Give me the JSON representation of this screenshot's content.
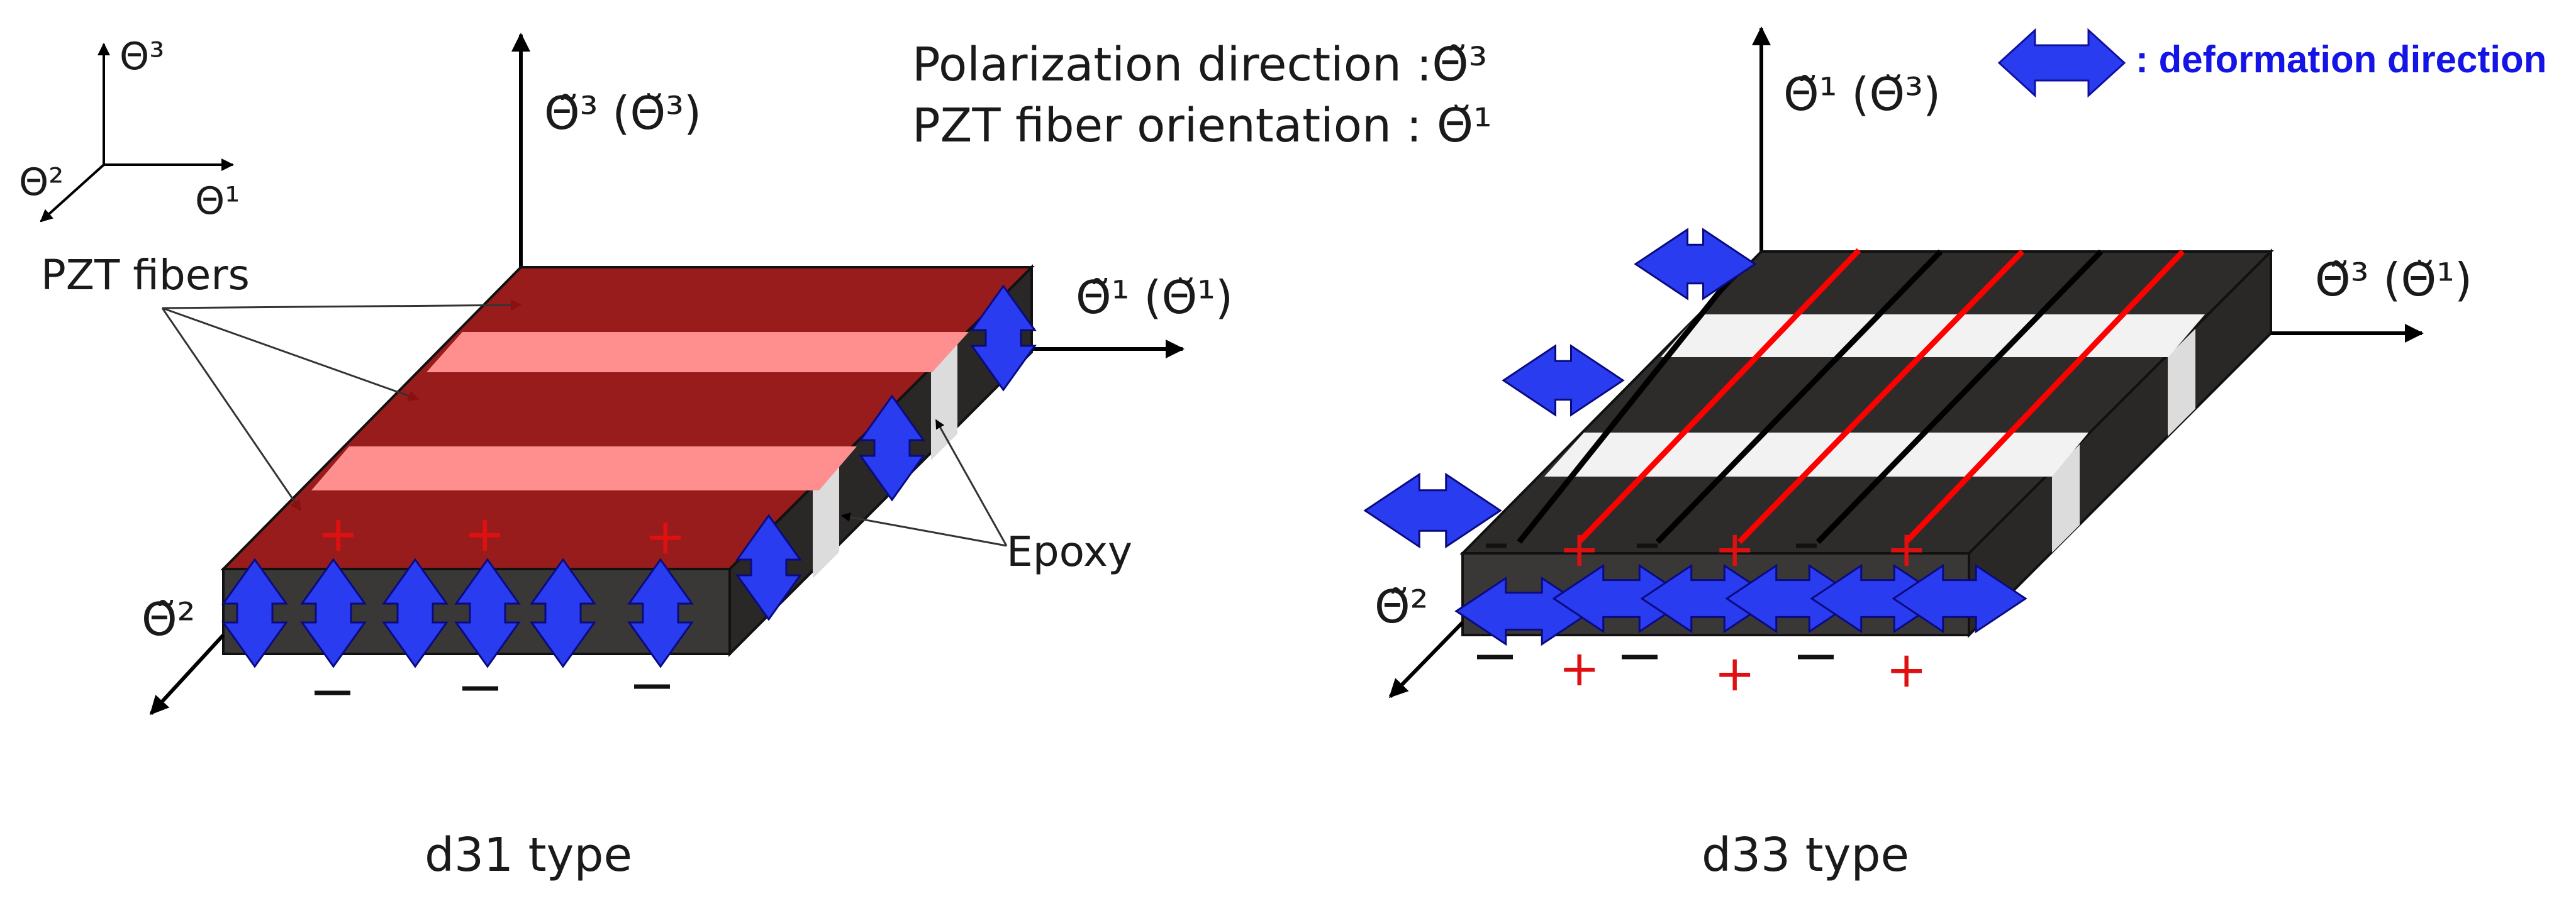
{
  "colors": {
    "fiber_d31": "#981c1c",
    "epoxy_d31": "#ff8f8f",
    "block_side": "#3a3836",
    "block_top_d33": "#2e2c2a",
    "epoxy_d33": "#f2f2f2",
    "arrow_blue": "#2a3cf0",
    "electrode_red": "#ff0000",
    "electrode_black": "#000000",
    "sign_red": "#e01010"
  },
  "reference_axes": {
    "theta3": "Θ³",
    "theta2": "Θ²",
    "theta1": "Θ¹"
  },
  "header": {
    "polarization": "Polarization direction :Θ̃³",
    "fiber_orientation": "PZT fiber orientation : Θ̆¹"
  },
  "legend": {
    "text": ": deformation direction",
    "icon": "double-arrow-icon"
  },
  "d31": {
    "axis_vertical": "Θ̃³ (Θ̆³)",
    "axis_right": "Θ̃¹ (Θ̆¹)",
    "axis_front": "Θ̃²",
    "pzt_fibers_label": "PZT fibers",
    "epoxy_label": "Epoxy",
    "caption": "d31 type",
    "plus": [
      "+",
      "+",
      "+"
    ],
    "minus": [
      "−",
      "−",
      "−"
    ]
  },
  "d33": {
    "axis_vertical": "Θ̃¹ (Θ̆³)",
    "axis_right": "Θ̃³ (Θ̆¹)",
    "axis_front": "Θ̃²",
    "caption": "d33 type",
    "top_plus": [
      "+",
      "+",
      "+"
    ],
    "top_minus": [
      "−",
      "−",
      "−"
    ],
    "bottom_plus": [
      "+",
      "+",
      "+"
    ],
    "bottom_minus": [
      "−",
      "−",
      "−"
    ]
  }
}
